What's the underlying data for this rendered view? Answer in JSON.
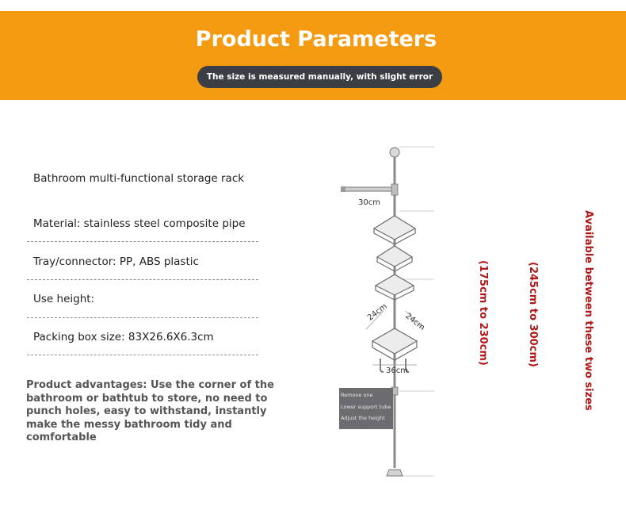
{
  "banner": {
    "title": "Product Parameters",
    "subtitle": "The size is measured manually, with slight error",
    "color": "#f59b12"
  },
  "specs": [
    {
      "text": "Bathroom multi-functional storage rack"
    },
    {
      "text": "Material: stainless steel composite pipe"
    },
    {
      "text": "Tray/connector: PP, ABS plastic"
    },
    {
      "text": "Use height:"
    },
    {
      "text": "Packing box size: 83X26.6X6.3cm"
    }
  ],
  "advantages": "Product advantages: Use the corner of the bathroom or bathtub to store, no need to punch holes, easy to withstand, instantly make the messy bathroom tidy and comfortable",
  "diagram": {
    "arm_length": "30cm",
    "side_left": "24cm",
    "side_right": "24cm",
    "bottom_width": "36cm",
    "tooltip": [
      "Remove one",
      "Lower support tube",
      "Adjust the height"
    ]
  },
  "heights": {
    "range_short": "(175cm to 230cm)",
    "range_tall": "(245cm to 300cm)",
    "note": "Available between these two sizes",
    "color": "#b01919"
  }
}
